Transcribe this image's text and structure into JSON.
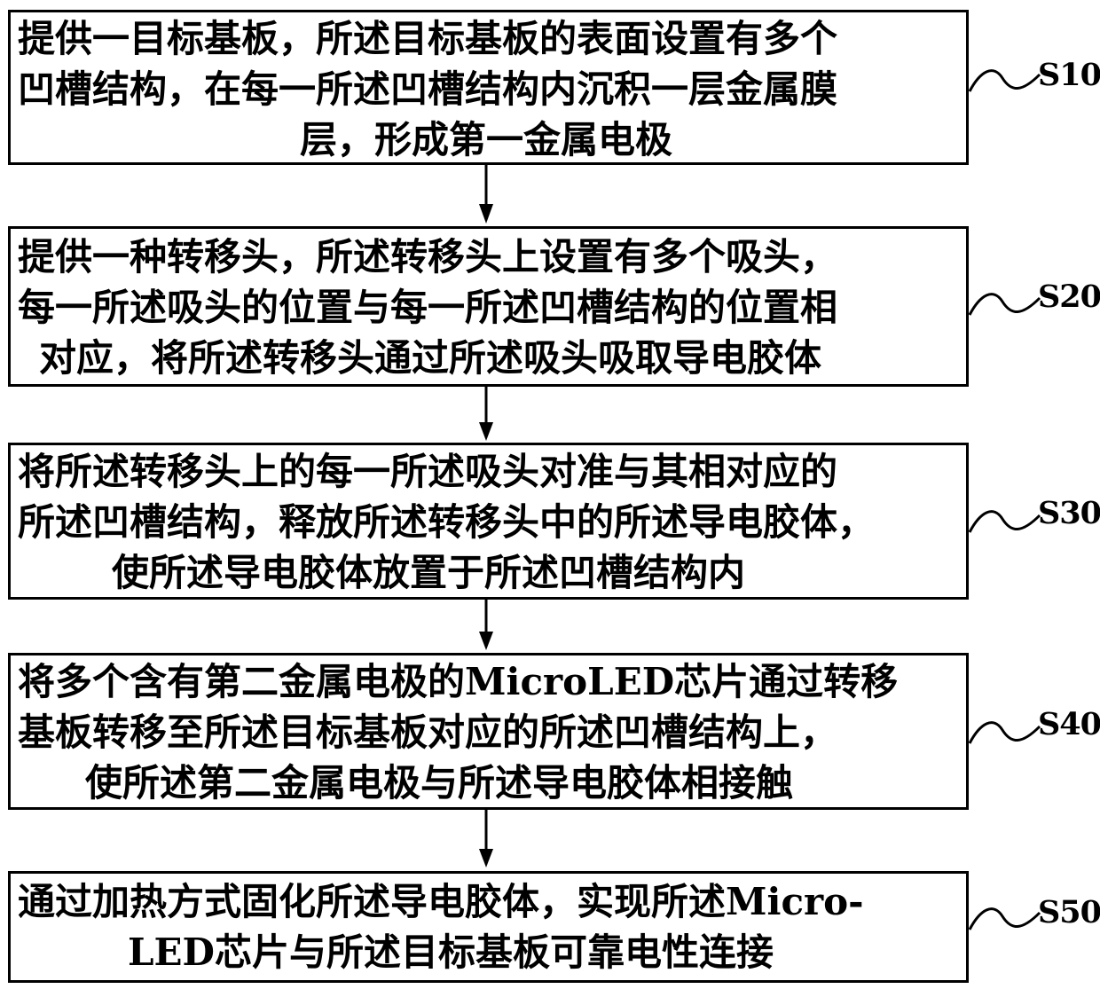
{
  "steps": [
    {
      "id": "S10",
      "lines": [
        "提供一目标基板，所述目标基板的表面设置有多个",
        "凹槽结构，在每一所述凹槽结构内沉积一层金属膜",
        "层，形成第一金属电极"
      ]
    },
    {
      "id": "S20",
      "lines": [
        "提供一种转移头，所述转移头上设置有多个吸头，",
        "每一所述吸头的位置与每一所述凹槽结构的位置相",
        "对应，将所述转移头通过所述吸头吸取导电胶体"
      ]
    },
    {
      "id": "S30",
      "lines": [
        "将所述转移头上的每一所述吸头对准与其相对应的",
        "所述凹槽结构，释放所述转移头中的所述导电胶体，",
        "使所述导电胶体放置于所述凹槽结构内"
      ]
    },
    {
      "id": "S40",
      "lines": [
        "将多个含有第二金属电极的MicroLED芯片通过转移",
        "基板转移至所述目标基板对应的所述凹槽结构上，",
        "使所述第二金属电极与所述导电胶体相接触"
      ]
    },
    {
      "id": "S50",
      "lines": [
        "通过加热方式固化所述导电胶体，实现所述Micro-",
        "LED芯片与所述目标基板可靠电性连接"
      ]
    }
  ]
}
